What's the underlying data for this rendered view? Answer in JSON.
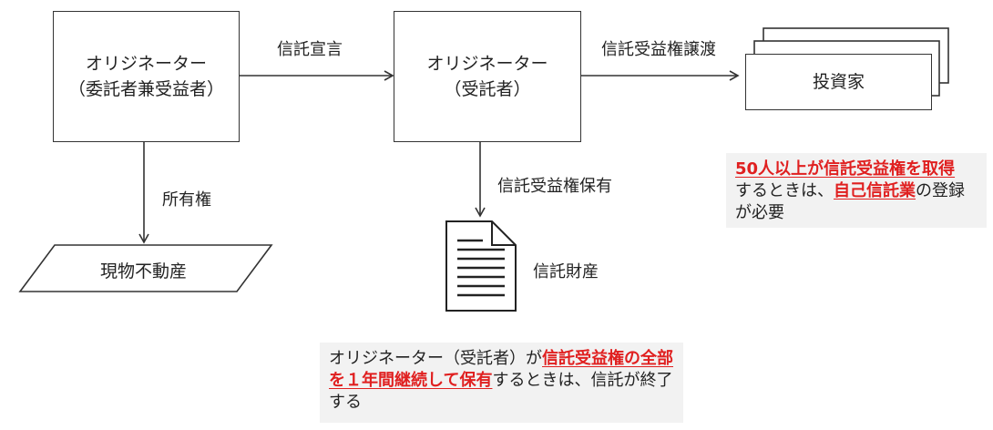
{
  "originator_trustor": {
    "line1": "オリジネーター",
    "line2": "（委託者兼受益者）"
  },
  "originator_trustee": {
    "line1": "オリジネーター",
    "line2": "（受託者）"
  },
  "investors": {
    "label": "投資家"
  },
  "physical_property": {
    "label": "現物不動産"
  },
  "trust_property": {
    "label": "信託財産"
  },
  "arrows": {
    "trust_declaration": "信託宣言",
    "beneficial_interest_transfer": "信託受益権譲渡",
    "ownership": "所有権",
    "beneficial_interest_holding": "信託受益権保有"
  },
  "note_investors": {
    "highlight1": "50人以上が信託受益権を取得",
    "text1": "するときは、",
    "highlight2": "自己信託業",
    "text2": "の登録が必要"
  },
  "note_trust_end": {
    "text1": "オリジネーター（受託者）が",
    "highlight1": "信託受益権の全部を１年間継続して保有",
    "text2": "するときは、信託が終了する"
  },
  "colors": {
    "highlight": "#e02020",
    "note_background": "#f2f2f2",
    "line": "#333333"
  }
}
